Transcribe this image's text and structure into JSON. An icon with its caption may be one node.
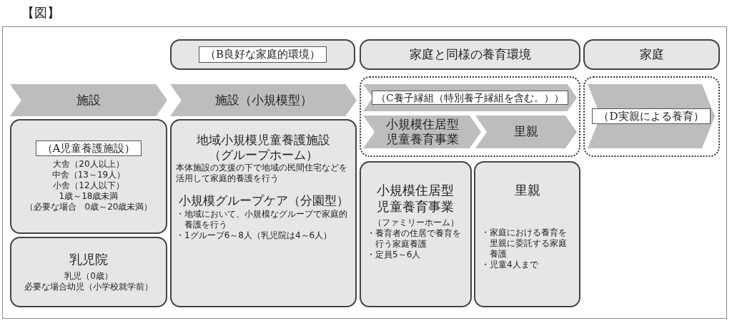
{
  "diagram": {
    "title": "【図】",
    "nodes": [
      {
        "text": [
          "（B良好な家庭的環境）"
        ]
      },
      {
        "text": [
          "家庭と同様の養育環境"
        ]
      },
      {
        "text": [
          "家庭"
        ]
      },
      {
        "text": [
          "施設"
        ]
      },
      {
        "text": [
          "施設（小規模型）"
        ]
      },
      {
        "text": [],
        "shape": "box"
      },
      {
        "text": [
          "（C養子縁組（特別養子縁組を含む。））"
        ],
        "in": 5
      },
      {
        "text": [
          "小規模住居型児童養育事業"
        ],
        "in": 5
      },
      {
        "text": [
          "里親"
        ],
        "in": 5
      },
      {
        "text": [],
        "shape": "box"
      },
      {
        "text": [
          "（D実親による養育）"
        ],
        "in": 9
      },
      {
        "text": [
          "（A児童養護施設）",
          "大舎（20人以上）",
          "中舎（13～19人）",
          "小舎（12人以下）",
          "1歳～18歳未満",
          "（必要な場合　0歳～20歳未満）"
        ]
      },
      {
        "text": [
          "乳児院",
          "乳児（0歳）",
          "必要な場合幼児（小学校就学前）"
        ]
      },
      {
        "text": [
          "地域小規模児童養護施設（グループホーム）",
          "本体施設の支援の下で地域の民間住宅などを活用して家庭的養護を行う",
          "小規模グループケア（分園型）",
          "・地域において、小規模なグループで家庭的養護を行う",
          "・1グループ6～8人（乳児院は4～6人）"
        ]
      },
      {
        "text": [
          "小規模住居型児童養育事業",
          "（ファミリーホーム）",
          "・養育者の住居で養育を行う家庭養護",
          "・定員5～6人"
        ]
      },
      {
        "text": [
          "里親",
          "・家庭における養育を里親に委託する家庭養護",
          "・児童4人まで"
        ]
      }
    ]
  }
}
